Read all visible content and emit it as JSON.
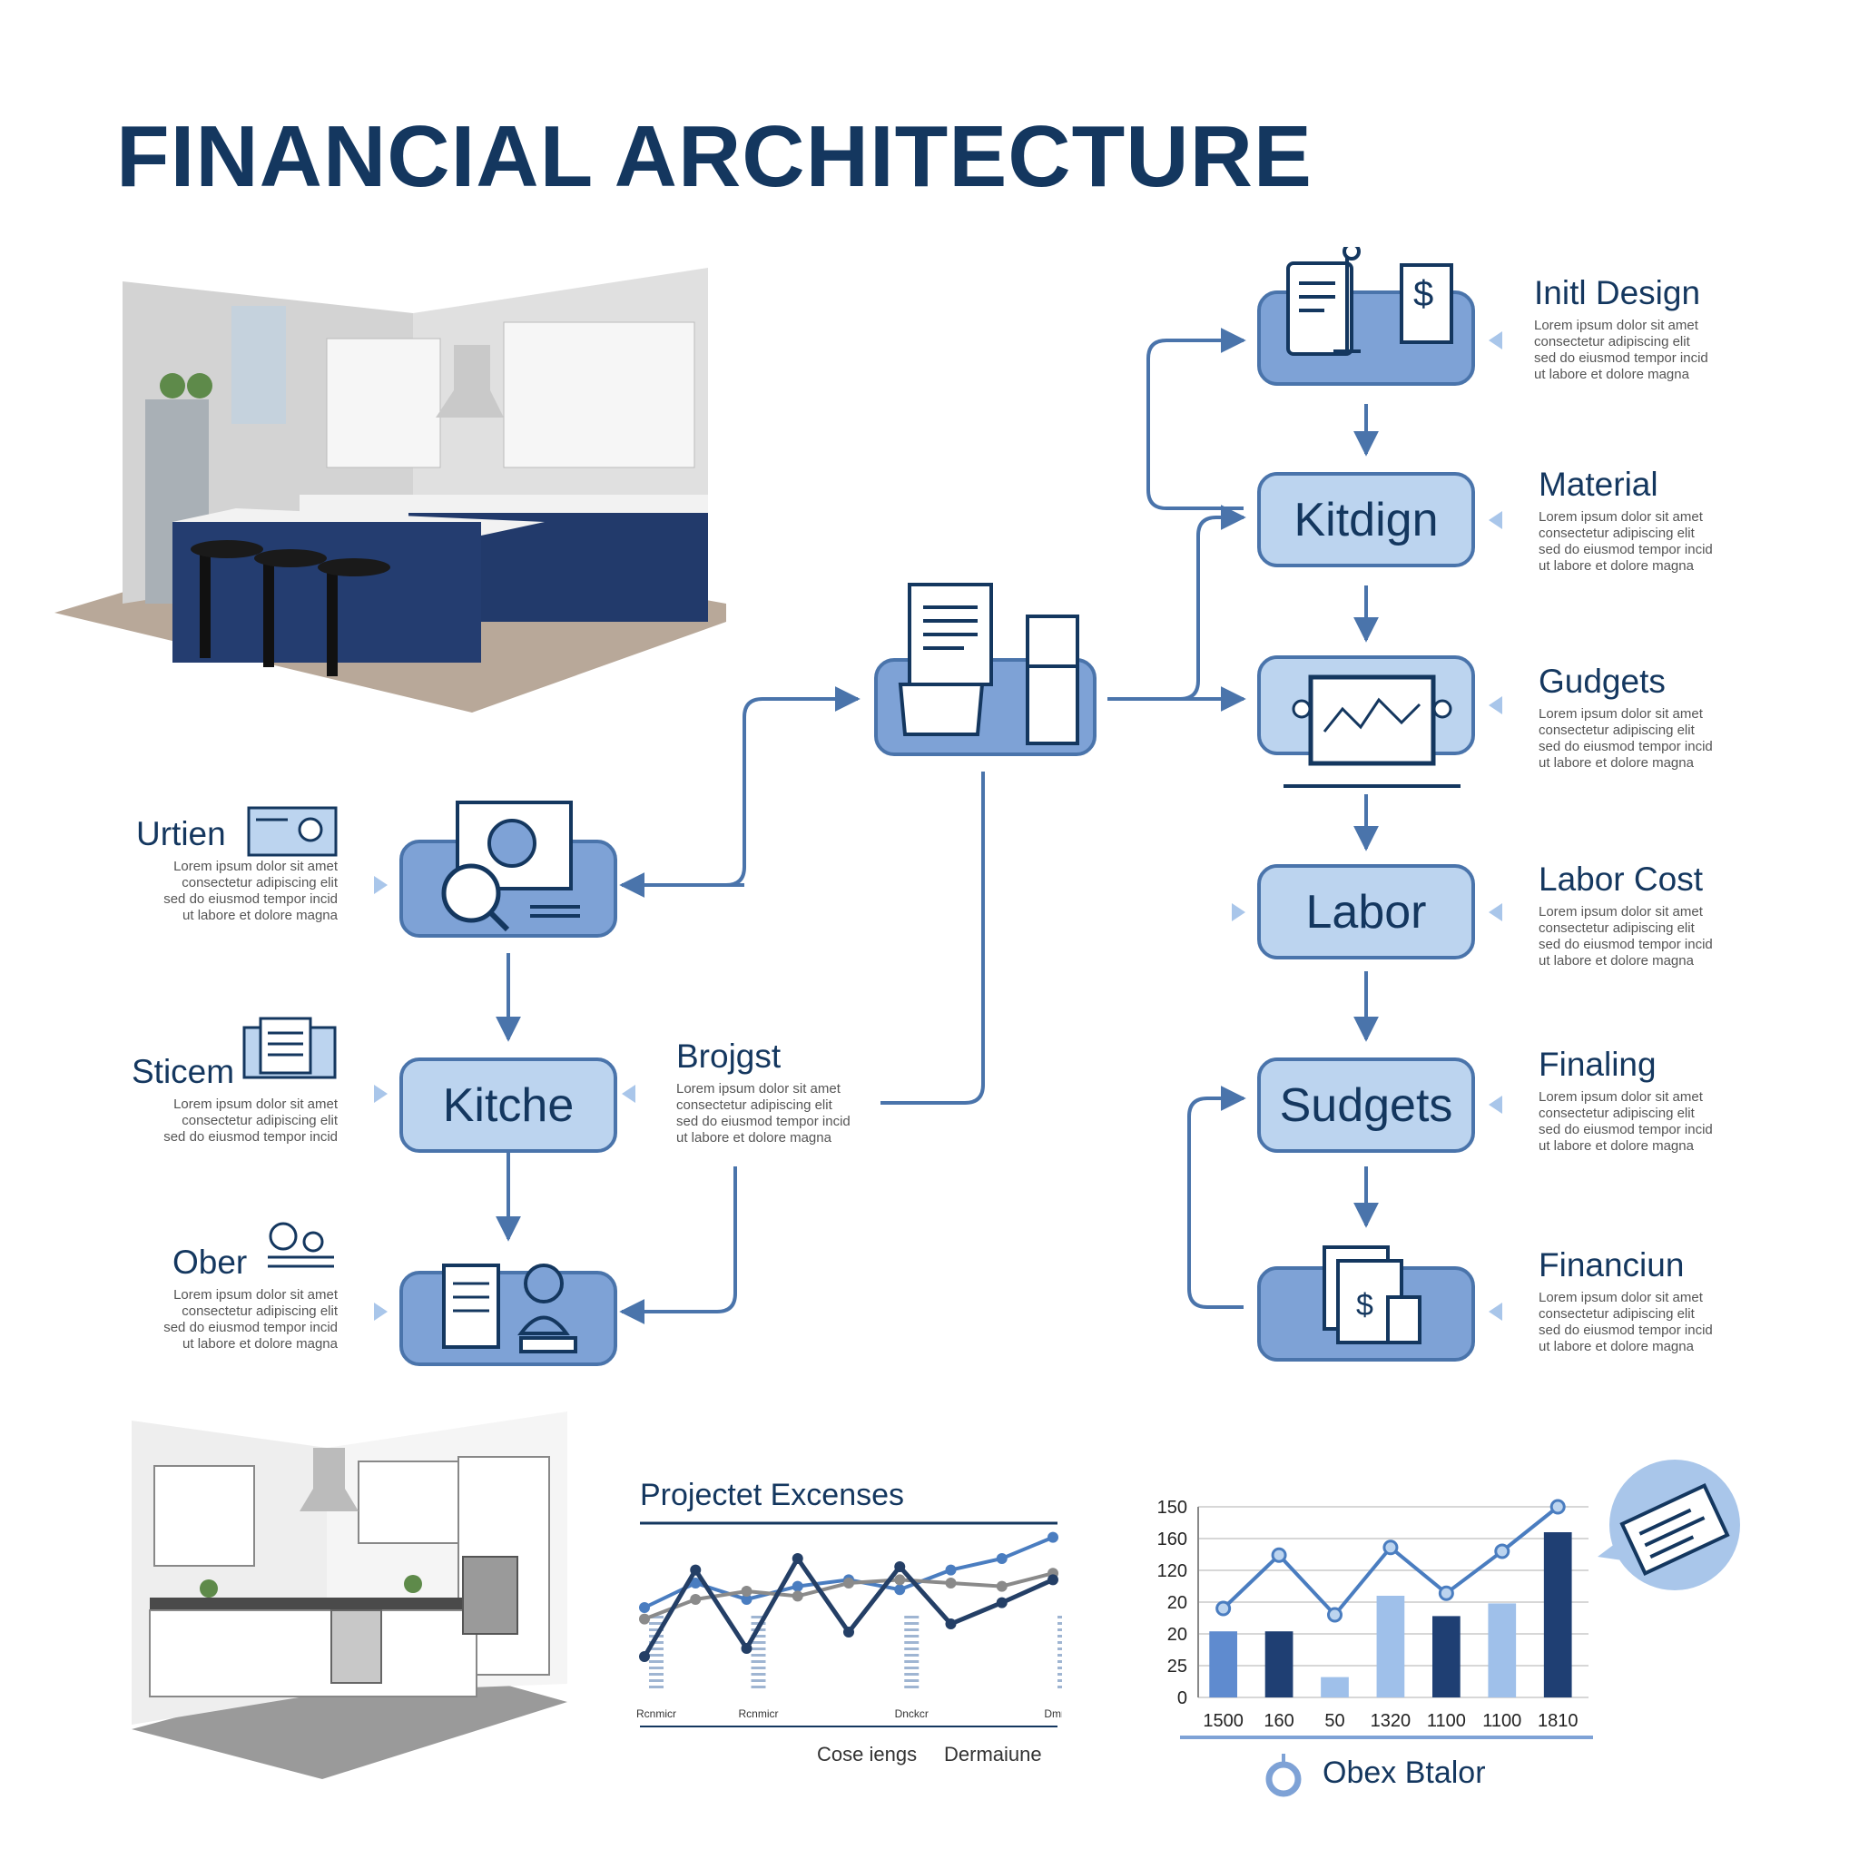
{
  "title": "FINANCIAL ARCHITECTURE",
  "lorem_lines": [
    "Lorem ipsum dolor sit amet",
    "consectetur adipiscing elit",
    "sed do eiusmod tempor incid",
    "ut labore et dolore magna"
  ],
  "right_column": [
    {
      "title": "Initl Design",
      "node": "",
      "icon": "invoice-icon"
    },
    {
      "title": "Material",
      "node": "Kitdign",
      "icon": ""
    },
    {
      "title": "Gudgets",
      "node": "",
      "icon": "blueprint-board-icon"
    },
    {
      "title": "Labor Cost",
      "node": "Labor",
      "icon": ""
    },
    {
      "title": "Finaling",
      "node": "Sudgets",
      "icon": ""
    },
    {
      "title": "Financiun",
      "node": "",
      "icon": "finance-document-icon"
    }
  ],
  "left_column": [
    {
      "title": "Urtien",
      "node": "",
      "icon": "design-review-icon"
    },
    {
      "title": "Sticem",
      "node": "Kitche",
      "icon": ""
    },
    {
      "title": "Ober",
      "node": "",
      "icon": "worker-document-icon"
    }
  ],
  "middle_label": {
    "title": "Brojgst"
  },
  "center_hub": {
    "icon": "document-fridge-icon"
  },
  "expenses_chart": {
    "title": "Projectet Excenses",
    "x_labels": [
      "Rcnmicr",
      "Rcnmicr",
      "Dnckcr",
      "Dmnetcr"
    ],
    "legend": [
      "Cose iengs",
      "Dermaiune"
    ]
  },
  "bar_chart": {
    "y_ticks": [
      "150",
      "160",
      "120",
      "20",
      "20",
      "25",
      "0"
    ],
    "x_ticks": [
      "1500",
      "160",
      "50",
      "1320",
      "1100",
      "1100",
      "1810"
    ],
    "legend": "Obex Btalor"
  },
  "chart_data": [
    {
      "type": "line",
      "title": "Projectet Excenses",
      "x": [
        1,
        2,
        3,
        4,
        5,
        6,
        7,
        8,
        9
      ],
      "series": [
        {
          "name": "Cose iengs",
          "values": [
            55,
            70,
            60,
            68,
            72,
            66,
            78,
            85,
            98
          ]
        },
        {
          "name": "Dermaiune",
          "values": [
            48,
            60,
            65,
            62,
            70,
            72,
            70,
            68,
            76
          ]
        },
        {
          "name": "",
          "values": [
            25,
            78,
            30,
            85,
            40,
            80,
            45,
            58,
            72
          ]
        }
      ],
      "colors": [
        "#4a7dc0",
        "#8a8a8a",
        "#243f66"
      ]
    },
    {
      "type": "bar",
      "categories": [
        "1500",
        "160",
        "50",
        "1320",
        "1100",
        "1100",
        "1810"
      ],
      "values": [
        52,
        52,
        16,
        80,
        64,
        74,
        130
      ],
      "line": [
        70,
        112,
        65,
        118,
        82,
        115,
        150
      ],
      "ylim": [
        0,
        150
      ],
      "colors": [
        "#5f8bcf",
        "#1f3f73",
        "#9fc0ea",
        "#9fc0ea",
        "#1f3f73",
        "#9fc0ea",
        "#1f3f73"
      ]
    }
  ]
}
